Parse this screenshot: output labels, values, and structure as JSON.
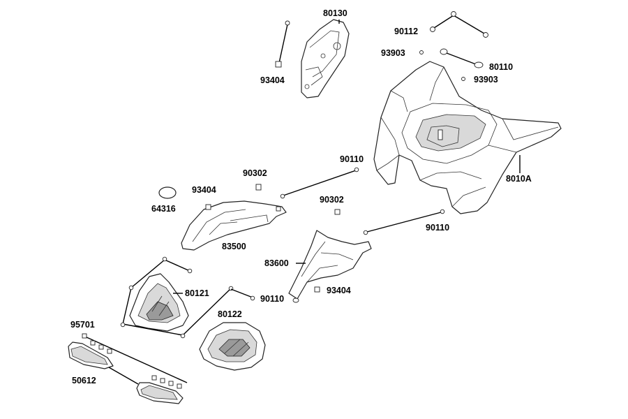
{
  "labels": {
    "l80130": "80130",
    "l93404a": "93404",
    "l90112": "90112",
    "l93903a": "93903",
    "l80110": "80110",
    "l93903b": "93903",
    "l8010A": "8010A",
    "l90110a": "90110",
    "l90302a": "90302",
    "l93404b": "93404",
    "l64316": "64316",
    "l83500": "83500",
    "l90302b": "90302",
    "l90110b": "90110",
    "l83600": "83600",
    "l93404c": "93404",
    "l80121": "80121",
    "l80122": "80122",
    "l90110c": "90110",
    "l95701": "95701",
    "l50612": "50612"
  }
}
